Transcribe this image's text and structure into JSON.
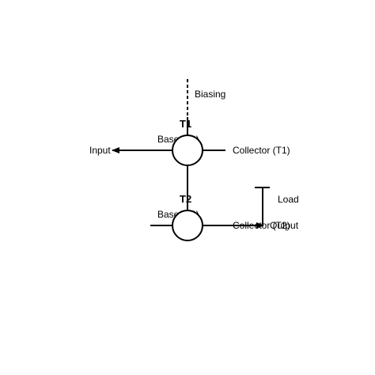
{
  "colors": {
    "background": "#ffffff",
    "stroke": "#000000"
  },
  "labels": {
    "biasing": "Biasing",
    "t1_title": "T1",
    "t1_base": "Base (T1)",
    "t1_collector": "Collector (T1)",
    "input": "Input",
    "t2_title": "T2",
    "t2_base": "Base (T2)",
    "t2_collector": "Collector (T2)",
    "load": "Load",
    "output": "Output"
  }
}
